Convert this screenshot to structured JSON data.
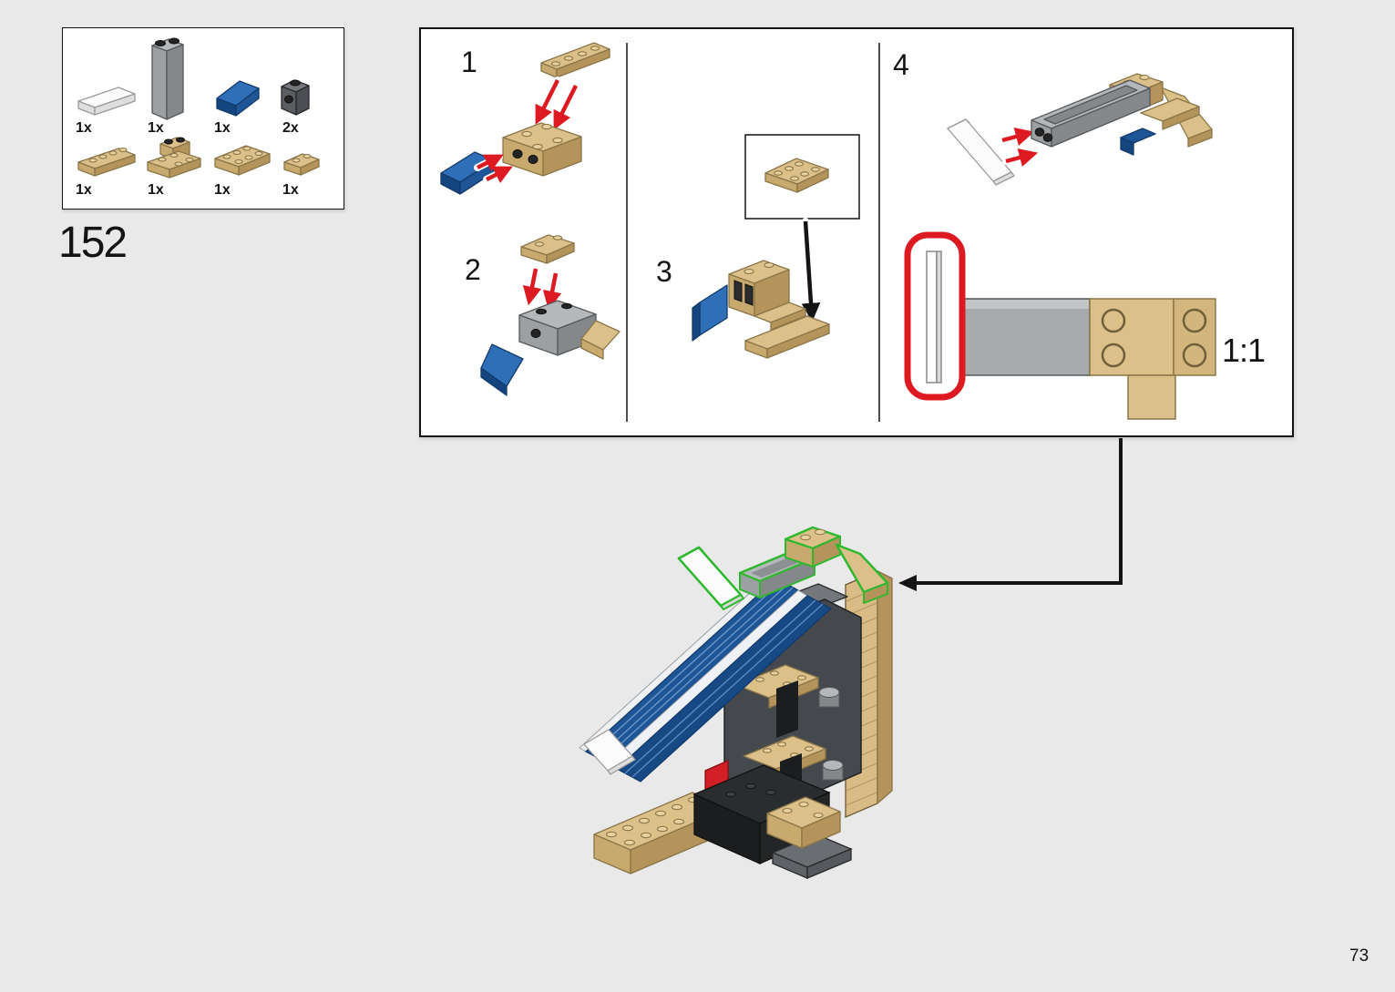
{
  "page": {
    "step_number": "152",
    "page_number": "73"
  },
  "parts_box": {
    "parts": [
      {
        "name": "white-tile-1x4",
        "qty": "1x"
      },
      {
        "name": "light-gray-panel-1x2x3",
        "qty": "1x"
      },
      {
        "name": "blue-slope-2x2",
        "qty": "1x"
      },
      {
        "name": "dark-gray-brick-1x1-side-stud",
        "qty": "2x"
      },
      {
        "name": "tan-plate-1x4",
        "qty": "1x"
      },
      {
        "name": "tan-bracket-2x2",
        "qty": "1x"
      },
      {
        "name": "tan-plate-2x3",
        "qty": "1x"
      },
      {
        "name": "tan-plate-1x2",
        "qty": "1x"
      }
    ]
  },
  "steps_panel": {
    "substeps": [
      {
        "label": "1"
      },
      {
        "label": "2"
      },
      {
        "label": "3"
      },
      {
        "label": "4"
      }
    ],
    "scale_label": "1:1"
  },
  "colors": {
    "background": "#e9e9e9",
    "tan": "#dcc08a",
    "tan_shadow": "#b4945a",
    "blue": "#1d5596",
    "light_gray_piece": "#b5b8ba",
    "dark_gray_piece": "#5a5e62",
    "white_piece": "#fbfbfb",
    "red_arrow": "#dd1a21",
    "highlight_red": "#dd1a21",
    "highlight_green": "#2eb82e",
    "red_piece": "#d21f26",
    "line_black": "#141414"
  }
}
